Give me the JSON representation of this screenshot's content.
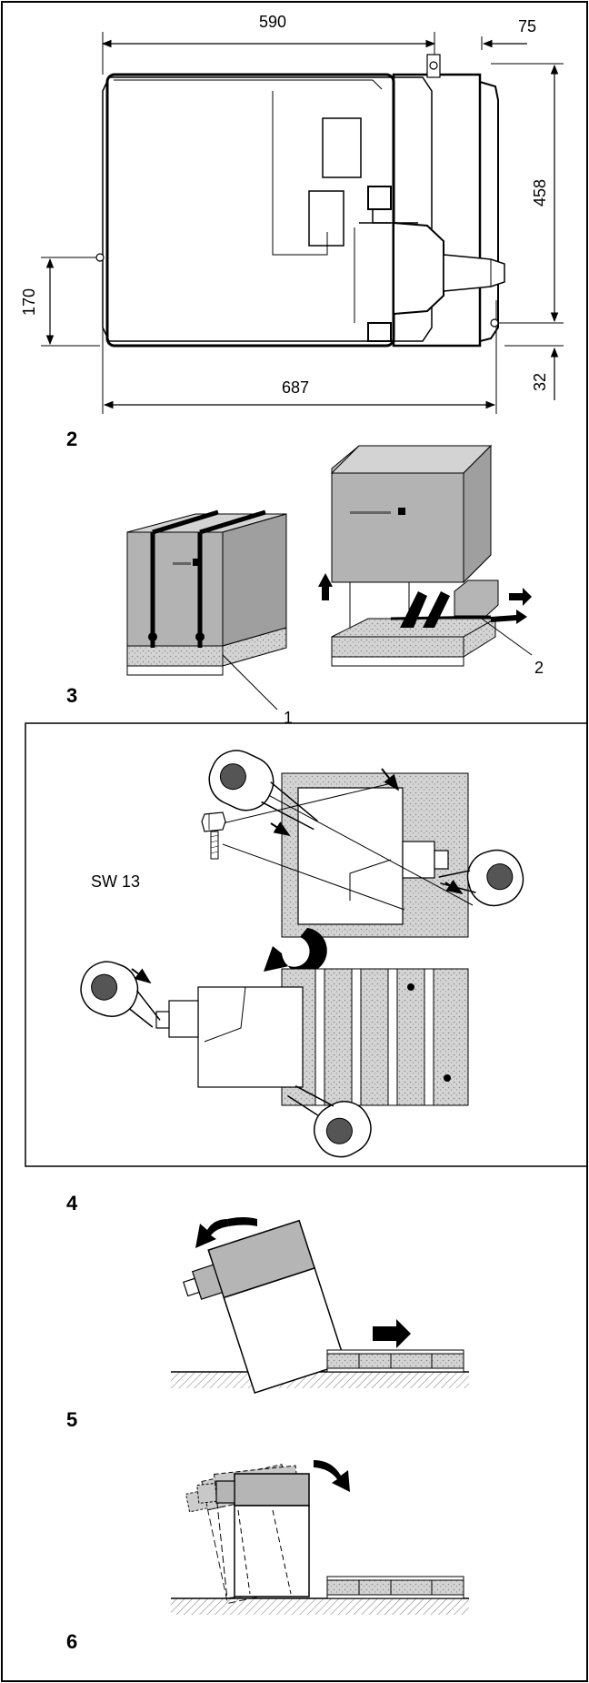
{
  "figure2": {
    "dim_width_top": "590",
    "dim_offset_top": "75",
    "dim_height_right": "458",
    "dim_height_left": "170",
    "dim_width_bottom": "687",
    "dim_offset_bottom": "32",
    "number": "2"
  },
  "figure3": {
    "callout_1": "1",
    "callout_2": "2",
    "number": "3"
  },
  "figure4": {
    "wrench_label": "SW 13",
    "number": "4"
  },
  "figure5": {
    "number": "5"
  },
  "figure6": {
    "number": "6"
  },
  "colors": {
    "gray": "#b8b8b8",
    "dark": "#555555",
    "speckle": "#c8c8c8",
    "line": "#000000"
  }
}
